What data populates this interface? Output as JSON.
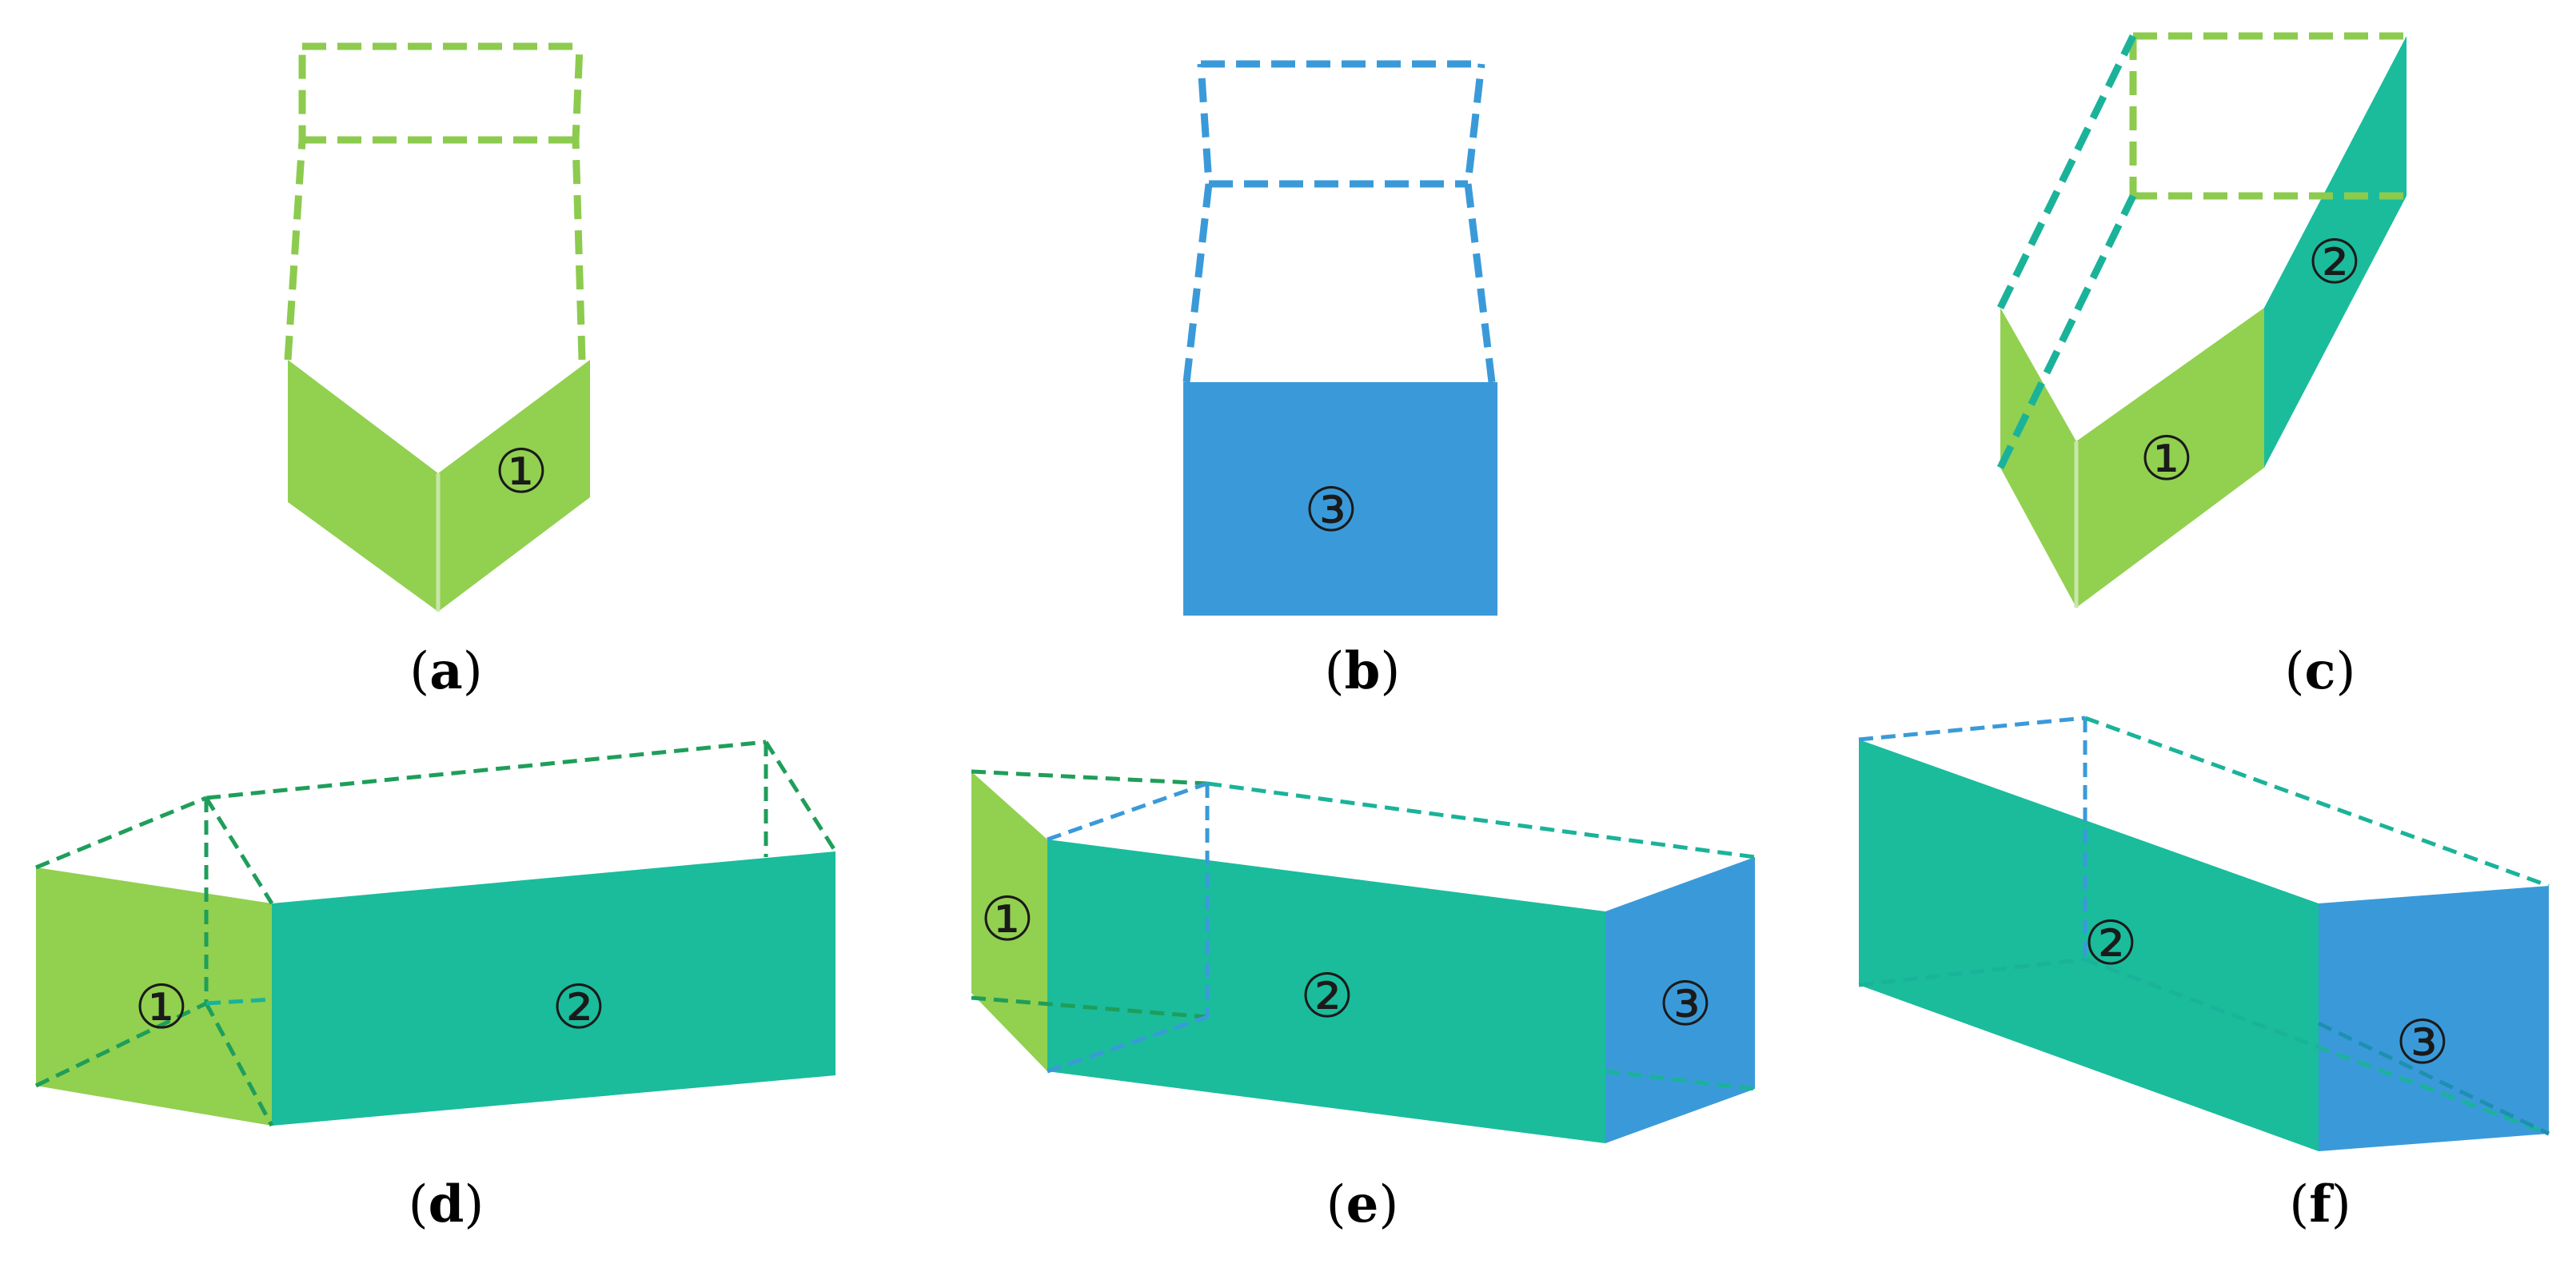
{
  "colors": {
    "light_green": "#92D050",
    "teal": "#1ABC9C",
    "blue": "#3A9AD9",
    "dashed_light_green": "#8CCB4E",
    "dashed_green": "#1E9E5A",
    "dashed_teal": "#1AB39A",
    "dashed_blue": "#3A9AD9",
    "text": "#000000"
  },
  "panels": [
    {
      "id": "a",
      "caption_open": "(",
      "caption_letter": "a",
      "caption_close": ")",
      "face_labels": [
        "①"
      ]
    },
    {
      "id": "b",
      "caption_open": "(",
      "caption_letter": "b",
      "caption_close": ")",
      "face_labels": [
        "③"
      ]
    },
    {
      "id": "c",
      "caption_open": "(",
      "caption_letter": "c",
      "caption_close": ")",
      "face_labels": [
        "①",
        "②"
      ]
    },
    {
      "id": "d",
      "caption_open": "(",
      "caption_letter": "d",
      "caption_close": ")",
      "face_labels": [
        "①",
        "②"
      ]
    },
    {
      "id": "e",
      "caption_open": "(",
      "caption_letter": "e",
      "caption_close": ")",
      "face_labels": [
        "①",
        "②",
        "③"
      ]
    },
    {
      "id": "f",
      "caption_open": "(",
      "caption_letter": "f",
      "caption_close": ")",
      "face_labels": [
        "②",
        "③"
      ]
    }
  ]
}
